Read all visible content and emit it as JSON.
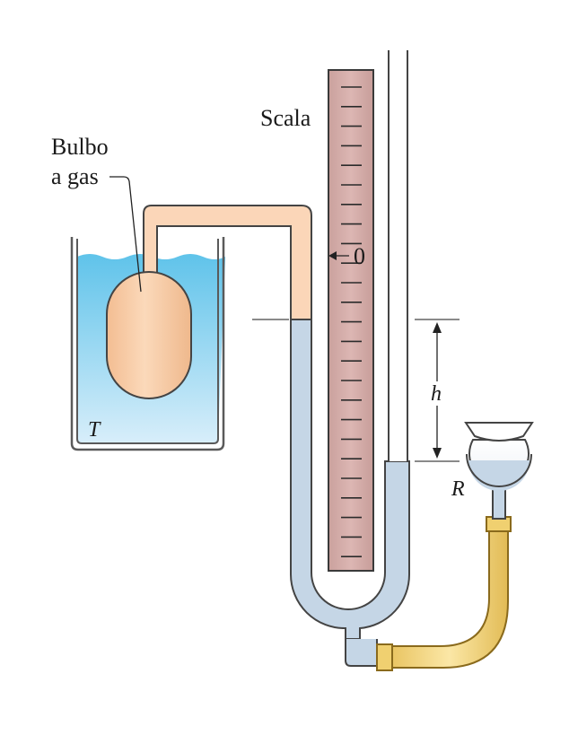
{
  "labels": {
    "scale": "Scala",
    "bulb_line1": "Bulbo",
    "bulb_line2": "a gas",
    "zero_mark": "0",
    "height": "h",
    "temperature": "T",
    "reservoir": "R"
  },
  "colors": {
    "water_top": "#5fc3ea",
    "water_bottom": "#d8eefa",
    "bulb_fill": "#f7cba5",
    "bulb_stroke": "#444444",
    "gas_tube_fill": "#fbd6b8",
    "mercury_fill": "#c5d6e6",
    "scale_fill": "#d8b0ad",
    "hose_fill": "#f6dd8c",
    "hose_stroke": "#8a6a1c",
    "outline": "#2b2b2b"
  },
  "icons": {
    "zero_pointer": "arrow-left-icon",
    "height_indicator": "double-arrow-vertical-icon"
  }
}
